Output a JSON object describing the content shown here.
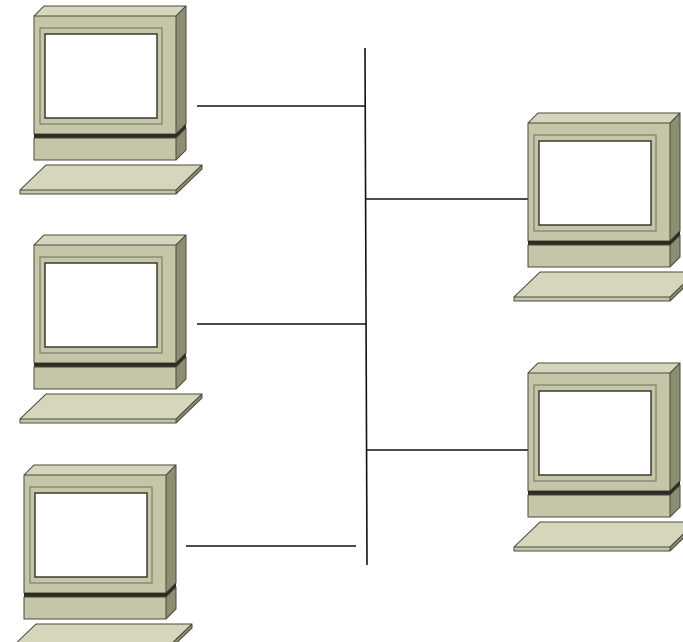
{
  "diagram": {
    "type": "bus-network",
    "nodes": [
      {
        "id": "pc-1",
        "icon": "desktop-computer-icon",
        "side": "left"
      },
      {
        "id": "pc-2",
        "icon": "desktop-computer-icon",
        "side": "left"
      },
      {
        "id": "pc-3",
        "icon": "desktop-computer-icon",
        "side": "left"
      },
      {
        "id": "pc-4",
        "icon": "desktop-computer-icon",
        "side": "right"
      },
      {
        "id": "pc-5",
        "icon": "desktop-computer-icon",
        "side": "right"
      }
    ],
    "backbone": {
      "id": "bus-line",
      "kind": "shared-cable"
    },
    "edges": [
      {
        "from": "pc-1",
        "to": "bus-line"
      },
      {
        "from": "pc-2",
        "to": "bus-line"
      },
      {
        "from": "pc-3",
        "to": "bus-line"
      },
      {
        "from": "pc-4",
        "to": "bus-line"
      },
      {
        "from": "pc-5",
        "to": "bus-line"
      }
    ],
    "colors": {
      "computer_face": "#c5c5a7",
      "computer_side": "#8d8d72",
      "computer_top": "#d6d6bd",
      "screen": "#ffffff",
      "cable": "#111111",
      "background": "#ffffff"
    }
  }
}
